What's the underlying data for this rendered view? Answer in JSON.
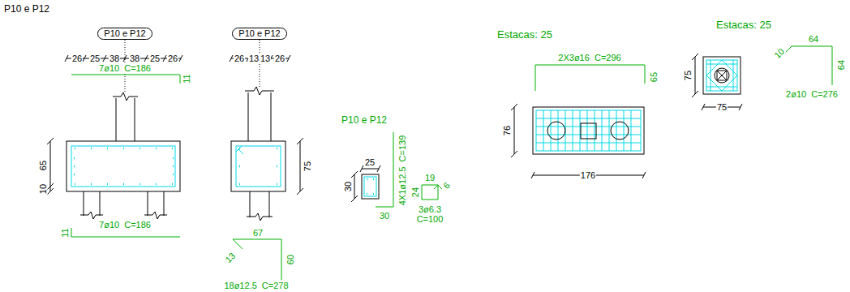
{
  "diagram": {
    "title": "P10 e P12",
    "nodes": [
      {
        "text": [
          "P10 e P12"
        ]
      },
      {
        "text": [
          "P10 e P12"
        ]
      }
    ],
    "labels": [
      "26",
      "25",
      "38",
      "38",
      "25",
      "26",
      "7ø10  C=186",
      "11",
      "65",
      "10",
      "7ø10  C=186",
      "11",
      "26",
      "13",
      "13",
      "26",
      "75",
      "67",
      "13",
      "60",
      "18ø12.5  C=278",
      "P10 e P12",
      "25",
      "30",
      "4X1ø12.5  C=139",
      "30",
      "19",
      "24",
      "6",
      "3ø6.3",
      "C=100",
      "Estacas: 25",
      "2X3ø16  C=296",
      "65",
      "76",
      "176",
      "Estacas: 25",
      "75",
      "75",
      "64",
      "10",
      "64",
      "2ø10  C=276"
    ]
  }
}
